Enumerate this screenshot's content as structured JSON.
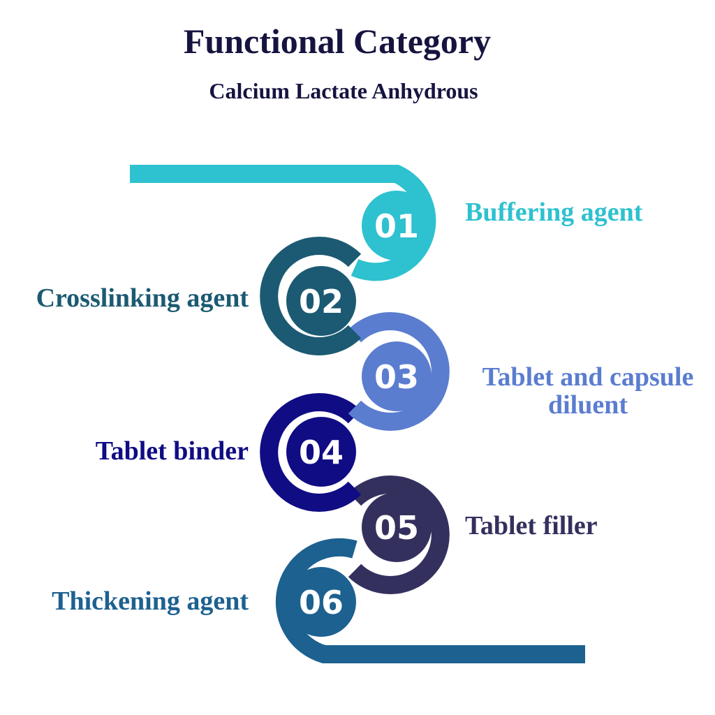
{
  "title": "Functional Category",
  "subtitle": "Calcium Lactate Anhydrous",
  "steps": [
    {
      "number": "01",
      "label": "Buffering agent",
      "color": "#2ec1cf"
    },
    {
      "number": "02",
      "label": "Crosslinking agent",
      "color": "#1b5a72"
    },
    {
      "number": "03",
      "label_line1": "Tablet and capsule",
      "label_line2": "diluent",
      "color": "#5b7dd0"
    },
    {
      "number": "04",
      "label": "Tablet binder",
      "color": "#100c84"
    },
    {
      "number": "05",
      "label": "Tablet filler",
      "color": "#34305e"
    },
    {
      "number": "06",
      "label": "Thickening agent",
      "color": "#1d6190"
    }
  ]
}
